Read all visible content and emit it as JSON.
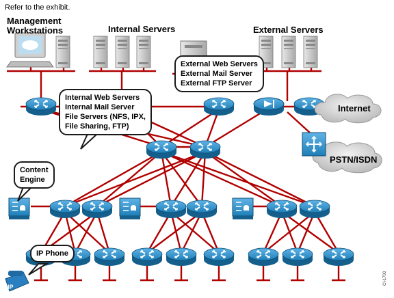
{
  "caption": "Refer to the exhibit.",
  "groups": {
    "management": "Management\nWorkstations",
    "internal": "Internal Servers",
    "external": "External Servers",
    "internet": "Internet",
    "pstn": "PSTN/ISDN"
  },
  "callouts": {
    "external_services": [
      "External Web Servers",
      "External Mail Server",
      "External FTP Server"
    ],
    "internal_services": [
      "Internal Web Servers",
      "Internal Mail Server",
      "File Servers (NFS, IPX,",
      "File Sharing, FTP)"
    ],
    "content_engine": "Content\nEngine",
    "ip_phone": "IP Phone"
  },
  "device_labels": {
    "ip": "IP"
  },
  "figure_code": "CI-1700",
  "colors": {
    "link": "#b00000",
    "device": "#1f7fb8",
    "server": "#c9c9c9",
    "cloud": "#d8d8d8"
  },
  "icons": [
    "router-icon",
    "switch-icon",
    "firewall-icon",
    "server-icon",
    "workstation-icon",
    "cloud-icon",
    "content-engine-icon",
    "ip-phone-icon",
    "pstn-switch-icon"
  ]
}
